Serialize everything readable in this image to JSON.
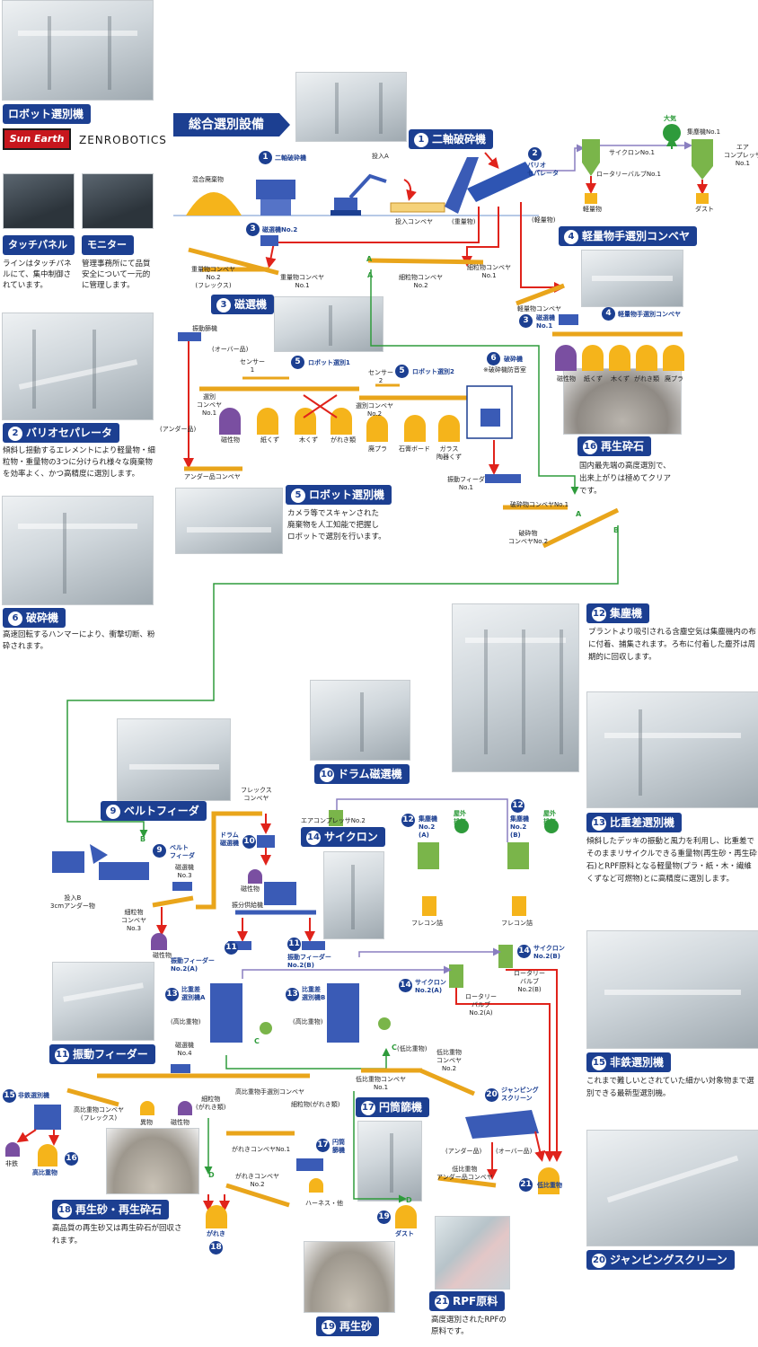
{
  "main_title": "総合選別設備",
  "logos": {
    "sunearth": "Sun Earth",
    "zenrobotics": "ZENROBOTICS"
  },
  "sections": {
    "robot": {
      "label": "ロボット選別機"
    },
    "touch": {
      "label": "タッチパネル",
      "desc": "ラインはタッチパネルにて、集中制御されています。"
    },
    "monitor": {
      "label": "モニター",
      "desc": "管理事務所にて品質安全について一元的に管理します。"
    },
    "s2": {
      "num": "2",
      "label": "バリオセパレータ",
      "desc": "傾斜し揺動するエレメントにより軽量物・細粒物・重量物の3つに分けられ様々な廃棄物を効率よく、かつ高精度に選別します。"
    },
    "s6": {
      "num": "6",
      "label": "破砕機",
      "desc": "高速回転するハンマーにより、衝撃切断、粉砕されます。"
    },
    "s1": {
      "num": "1",
      "label": "二軸破砕機"
    },
    "s3": {
      "num": "3",
      "label": "磁選機"
    },
    "s4": {
      "num": "4",
      "label": "軽量物手選別コンベヤ"
    },
    "s5": {
      "num": "5",
      "label": "ロボット選別機",
      "desc": "カメラ等でスキャンされた廃棄物を人工知能で把握しロボットで選別を行います。"
    },
    "s16": {
      "num": "16",
      "label": "再生砕石",
      "desc": "国内最先端の高度選別で、出来上がりは極めてクリアです。"
    },
    "s12": {
      "num": "12",
      "label": "集塵機",
      "desc": "プラントより吸引される含塵空気は集塵機内の布に付着、捕集されます。ろ布に付着した塵芥は周期的に回収します。"
    },
    "s13": {
      "num": "13",
      "label": "比重差選別機",
      "desc": "傾斜したデッキの振動と風力を利用し、比重差でそのままリサイクルできる重量物(再生砂・再生砕石)とRPF原料となる軽量物(プラ・紙・木・繊維くずなど可燃物)とに高精度に選別します。"
    },
    "s15": {
      "num": "15",
      "label": "非鉄選別機",
      "desc": "これまで難しいとされていた細かい対象物まで選別できる最新型選別機。"
    },
    "s20": {
      "num": "20",
      "label": "ジャンピングスクリーン"
    },
    "s9": {
      "num": "9",
      "label": "ベルトフィーダ"
    },
    "s10": {
      "num": "10",
      "label": "ドラム磁選機"
    },
    "s14": {
      "num": "14",
      "label": "サイクロン"
    },
    "s11": {
      "num": "11",
      "label": "振動フィーダー"
    },
    "s17": {
      "num": "17",
      "label": "円筒篩機"
    },
    "s18": {
      "num": "18",
      "label": "再生砂・再生砕石",
      "desc": "高品質の再生砂又は再生砕石が回収されます。"
    },
    "s19": {
      "num": "19",
      "label": "再生砂"
    },
    "s21": {
      "num": "21",
      "label": "RPF原料",
      "desc": "高度選別されたRPFの原料です。"
    }
  },
  "diagram_labels": {
    "mixed_waste": "混合廃棄物",
    "twin_shaft": "二軸破砕機",
    "input_a": "投入A",
    "input_conveyor": "投入コンベヤ",
    "heavy": "(重量物)",
    "vario": "バリオ\nセパレータ",
    "cyclone1": "サイクロンNo.1",
    "rotary1": "ロータリーバルブNo.1",
    "dust_collector1": "集塵機No.1",
    "air": "大気",
    "air_comp1": "エア\nコンプレッサ\nNo.1",
    "light": "軽量物",
    "dust": "ダスト",
    "light_b": "(軽量物)",
    "mag2": "磁選機No.2",
    "heavy_conv2": "重量物コンベヤ\nNo.2\n(フレックス)",
    "heavy_conv1": "重量物コンベヤ\nNo.1",
    "fine_conv2": "細粒物コンベヤ\nNo.2",
    "fine_conv1": "細粒物コンベヤ\nNo.1",
    "a": "A",
    "light_conv": "軽量物コンベヤ",
    "mag1": "磁選機\nNo.1",
    "hand_sort": "軽量物手選別コンベヤ",
    "light_bins": [
      "磁性物",
      "紙くず",
      "木くず",
      "がれき類",
      "廃プラ"
    ],
    "vib_feeder_top": "振動篩機",
    "over": "(オーバー品)",
    "sensor1": "センサー\n1",
    "sensor2": "センサー\n2",
    "robot1": "ロボット選別1",
    "robot2": "ロボット選別2",
    "crusher_room": "※破砕機防音室",
    "crusher": "破砕機",
    "sort_conv1": "選別\nコンベヤ\nNo.1",
    "sort_conv2": "選別コンベヤ\nNo.2",
    "robot1_bins": [
      "磁性物",
      "紙くず",
      "木くず",
      "がれき類"
    ],
    "robot2_bins": [
      "廃プラ",
      "石膏ボード",
      "ガラス\n陶器くず"
    ],
    "under": "(アンダー品)",
    "under_conv": "アンダー品コンベヤ",
    "vib_feeder1": "振動フィーダ\nNo.1",
    "crush_conv1": "破砕物コンベヤNo.1",
    "crush_conv2": "破砕物\nコンベヤNo.2",
    "b": "B",
    "input_b": "投入B\n3cmアンダー物",
    "belt_feeder": "ベルト\nフィーダ",
    "mag3": "磁選機\nNo.3",
    "fine_conv3": "細粒物\nコンベヤ\nNo.3",
    "magnetic": "磁性物",
    "flex_conv": "フレックス\nコンベヤ",
    "drum_mag": "ドラム\n磁選機",
    "vib_supply": "振分供給機",
    "air_comp2": "エアコンプレッサNo.2",
    "dc2a": "集塵機\nNo.2\n(A)",
    "dc2b": "集塵機\nNo.2\n(B)",
    "outdoor": "屋外\n排気",
    "flecon": "フレコン詰",
    "vf2a": "振動フィーダー\nNo.2(A)",
    "vf2b": "振動フィーダー\nNo.2(B)",
    "cyc2a": "サイクロン\nNo.2(A)",
    "cyc2b": "サイクロン\nNo.2(B)",
    "rv2a": "ロータリー\nバルブ\nNo.2(A)",
    "rv2b": "ロータリー\nバルブ\nNo.2(B)",
    "sg_a": "比重差\n選別機A",
    "sg_b": "比重差\n選別機B",
    "high": "(高比重物)",
    "low": "(低比重物)",
    "c": "C",
    "low_conv1": "低比重物コンベヤ\nNo.1",
    "low_conv2": "低比重物\nコンベヤ\nNo.2",
    "mag4": "磁選機\nNo.4",
    "high_hand_conv": "高比重物手選別コンベヤ",
    "nonferrous": "非鉄選別機",
    "high_conv_flex": "高比重物コンベヤ\n(フレックス)",
    "foreign": "異物",
    "fine_rubble": "細粒物\n(がれき類)",
    "fine_rubble2": "細粒物(がれき類)",
    "non_iron": "非鉄",
    "high_material": "高比重物",
    "rubble_conv1": "がれきコンベヤNo.1",
    "rubble_conv2": "がれきコンベヤ\nNo.2",
    "cyl_sieve": "円筒\n篩機",
    "harness": "ハーネス・他",
    "d": "D",
    "rubble": "がれき",
    "dust2": "ダスト",
    "jumping": "ジャンピング\nスクリーン",
    "under2": "(アンダー品)",
    "over2": "(オーバー品)",
    "low_under_conv": "低比重物\nアンダー品コンベヤ",
    "low_material": "低比重物"
  },
  "colors": {
    "navy": "#1c3f91",
    "red": "#e0231b",
    "green": "#2e9b3b",
    "gold": "#f5b41b",
    "purple": "#7a4fa1",
    "belt": "#e9a51b"
  }
}
